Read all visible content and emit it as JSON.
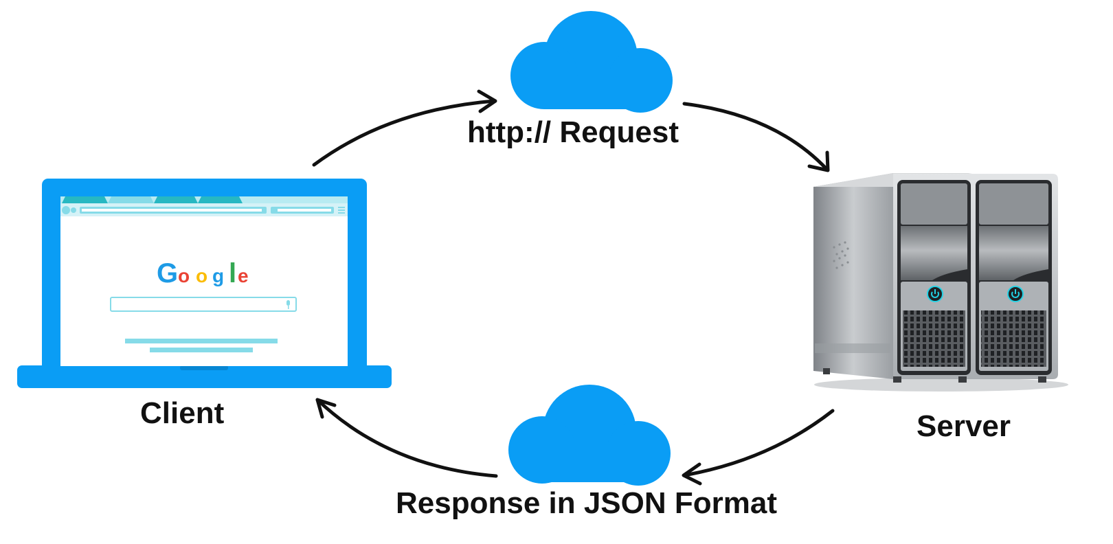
{
  "labels": {
    "request": "http:// Request",
    "response": "Response in JSON Format",
    "client": "Client",
    "server": "Server"
  },
  "browser": {
    "logo_letters": [
      "G",
      "o",
      "o",
      "g",
      "l",
      "e"
    ],
    "logo_colors": [
      "#1e9be6",
      "#ea4335",
      "#fbbc05",
      "#1e9be6",
      "#34a853",
      "#ea4335"
    ]
  },
  "colors": {
    "cloud": "#0a9df5",
    "laptop": "#0a9df5",
    "browser_accent": "#86dbe8",
    "arrow": "#111111",
    "server_body": "#b9bcbf",
    "power_glow": "#22d3e6"
  },
  "icons": {
    "request_cloud": "cloud-icon",
    "response_cloud": "cloud-icon",
    "client": "laptop-icon",
    "server": "server-tower-icon",
    "power": "power-icon",
    "mic": "mic-icon"
  }
}
